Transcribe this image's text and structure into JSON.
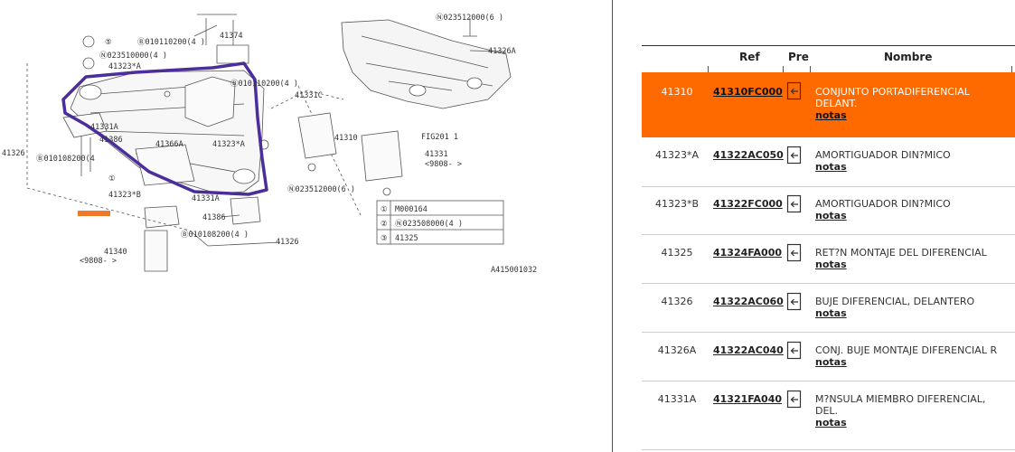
{
  "diagram": {
    "labels": {
      "l41374": "41374",
      "l5": "⑤",
      "lb1": "Ⓑ010110200(4 )",
      "ln1": "Ⓝ023510000(4 )",
      "l41323a_top": "41323*A",
      "lb2": "Ⓑ010110200(4 )",
      "l41331c": "41331C",
      "l41331a_left": "41331A",
      "l41386": "41386",
      "l41366a": "41366A",
      "l41323a_mid": "41323*A",
      "l41326_left": "41326",
      "lb3": "Ⓑ010108200(4",
      "l1": "①",
      "l41323b": "41323*B",
      "l41310": "41310",
      "l41331a_bot": "41331A",
      "l41386_bot": "41386",
      "lb4": "Ⓑ010108200(4 )",
      "l41326_bot": "41326",
      "l41340": "41340",
      "l9808_left": "<9808-     >",
      "ln_top": "Ⓝ023512000(6 )",
      "l41326a": "41326A",
      "lfig": "FIG201 1",
      "l41331": "41331",
      "l9808_right": "<9808-     >",
      "ln_mid": "Ⓝ023512000(6 )",
      "legend1_num": "①",
      "legend1_val": "M000164",
      "legend2_num": "②",
      "legend2_val": "Ⓝ023508000(4 )",
      "legend3_num": "③",
      "legend3_val": "41325",
      "code": "A415001032"
    },
    "colors": {
      "outline": "#4b2e9b",
      "highlight": "#f07a2a"
    }
  },
  "table": {
    "headers": {
      "ref": "Ref",
      "pre": "Pre",
      "name": "Nombre"
    },
    "rows": [
      {
        "num": "41310",
        "ref": "41310FC000",
        "name": "CONJUNTO PORTADIFERENCIAL DELANT.",
        "notes": "notas"
      },
      {
        "num": "41323*A",
        "ref": "41322AC050",
        "name": "AMORTIGUADOR DIN?MICO",
        "notes": "notas"
      },
      {
        "num": "41323*B",
        "ref": "41322FC000",
        "name": "AMORTIGUADOR DIN?MICO",
        "notes": "notas"
      },
      {
        "num": "41325",
        "ref": "41324FA000",
        "name": "RET?N MONTAJE DEL DIFERENCIAL",
        "notes": "notas"
      },
      {
        "num": "41326",
        "ref": "41322AC060",
        "name": "BUJE DIFERENCIAL, DELANTERO",
        "notes": "notas"
      },
      {
        "num": "41326A",
        "ref": "41322AC040",
        "name": "CONJ. BUJE MONTAJE DIFERENCIAL R",
        "notes": "notas"
      },
      {
        "num": "41331A",
        "ref": "41321FA040",
        "name": "M?NSULA MIEMBRO DIFERENCIAL, DEL.",
        "notes": "notas"
      }
    ],
    "colors": {
      "selected_row": "#ff6a00"
    }
  }
}
